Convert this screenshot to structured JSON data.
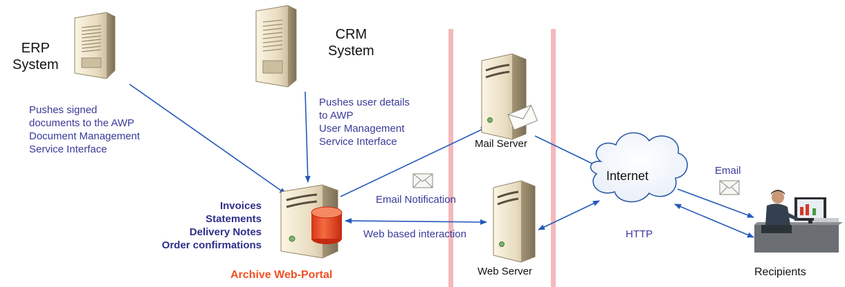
{
  "colors": {
    "arrow": "#2459b8",
    "label_blue": "#3a3a9a",
    "accent": "#f05023",
    "firewall": "#f5b8bc",
    "cloud_stroke": "#2b5aa5"
  },
  "icons": {
    "erp": "server-tower-icon",
    "crm": "server-tower-icon",
    "portal": "server-database-icon",
    "mail": "mail-server-icon",
    "web": "server-icon",
    "internet": "cloud-icon",
    "envelope": "envelope-icon",
    "recipients": "user-at-computer-icon"
  },
  "nodes": {
    "erp": [
      "ERP",
      "System"
    ],
    "crm": [
      "CRM",
      "System"
    ],
    "portal": "Archive Web-Portal",
    "mail": "Mail Server",
    "web": "Web Server",
    "internet": "Internet",
    "recipients": "Recipients"
  },
  "labels": {
    "erp_push": [
      "Pushes signed",
      "documents to the AWP",
      "Document Management",
      "Service Interface"
    ],
    "crm_push": [
      "Pushes user details",
      "to AWP",
      "User Management",
      "Service Interface"
    ],
    "doc_types": [
      "Invoices",
      "Statements",
      "Delivery Notes",
      "Order confirmations"
    ],
    "email_notification": "Email Notification",
    "web_interaction": "Web based interaction",
    "http": "HTTP",
    "email": "Email"
  }
}
